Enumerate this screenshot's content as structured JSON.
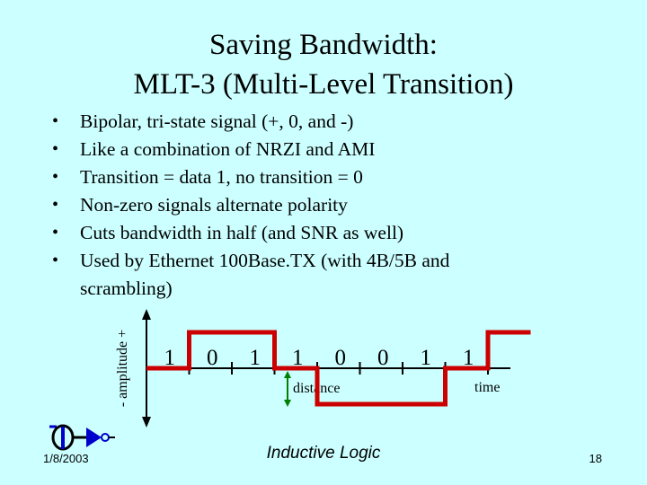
{
  "title": {
    "line1": "Saving Bandwidth:",
    "line2": "MLT-3 (Multi-Level Transition)"
  },
  "bullets": [
    "Bipolar, tri-state signal (+, 0, and -)",
    "Like a combination of NRZI and AMI",
    "Transition = data 1, no transition = 0",
    "Non-zero signals alternate polarity",
    "Cuts bandwidth in half (and SNR as well)",
    "Used by Ethernet 100Base.TX (with 4B/5B and scrambling)"
  ],
  "diagram": {
    "amplitude_label": "- amplitude +",
    "distance_label": "distance",
    "time_label": "time",
    "bits": [
      "1",
      "0",
      "1",
      "1",
      "0",
      "0",
      "1",
      "1"
    ],
    "levels": [
      0,
      1,
      1,
      0,
      -1,
      -1,
      -1,
      0,
      1
    ],
    "colors": {
      "signal": "#cc0000",
      "distance_arrow": "#008000",
      "axis": "#000000"
    }
  },
  "footer": {
    "date": "1/8/2003",
    "center": "Inductive Logic",
    "page": "18"
  }
}
